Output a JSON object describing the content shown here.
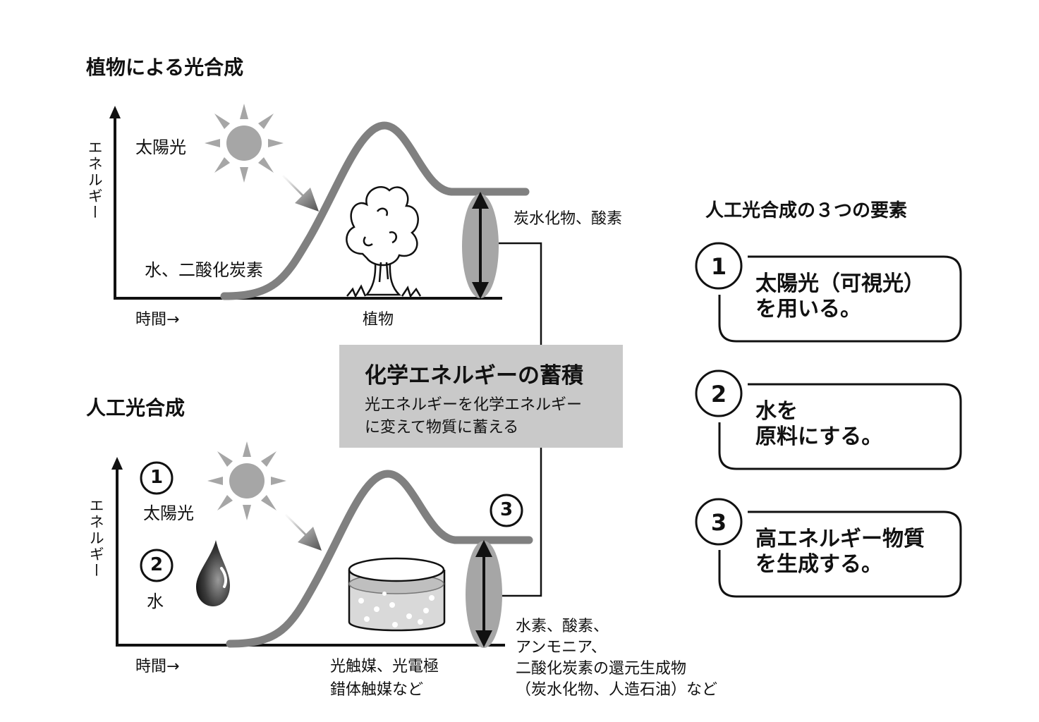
{
  "plant": {
    "title": "植物による光合成",
    "axis_y": "エネルギー",
    "axis_x": "時間→",
    "sun_label": "太陽光",
    "start_label": "水、二酸化炭素",
    "end_label": "炭水化物、酸素",
    "agent_label": "植物"
  },
  "center": {
    "title": "化学エネルギーの蓄積",
    "line1": "光エネルギーを化学エネルギー",
    "line2": "に変えて物質に蓄える"
  },
  "artificial": {
    "title": "人工光合成",
    "axis_y": "エネルギー",
    "axis_x": "時間→",
    "badge1": "1",
    "sun_label": "太陽光",
    "badge2": "2",
    "water_label": "水",
    "badge3": "3",
    "catalyst_line1": "光触媒、光電極",
    "catalyst_line2": "錯体触媒など",
    "product_line1": "水素、酸素、",
    "product_line2": "アンモニア、",
    "product_line3": "二酸化炭素の還元生成物",
    "product_line4": "（炭水化物、人造石油）など"
  },
  "elements": {
    "title": "人工光合成の３つの要素",
    "items": [
      {
        "num": "1",
        "line1": "太陽光（可視光）",
        "line2": "を用いる。"
      },
      {
        "num": "2",
        "line1": "水を",
        "line2": "原料にする。"
      },
      {
        "num": "3",
        "line1": "高エネルギー物質",
        "line2": "を生成する。"
      }
    ]
  },
  "colors": {
    "curve": "#808080",
    "sun": "#a6a6a6",
    "center_box": "#c9c9c9",
    "ellipse": "#a6a6a6",
    "line": "#111111"
  }
}
